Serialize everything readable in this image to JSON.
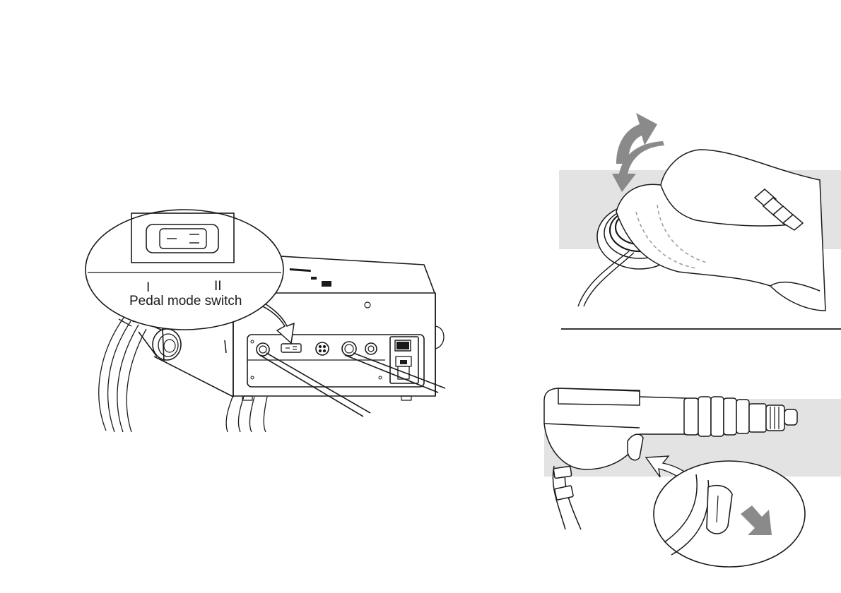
{
  "callout": {
    "position_one": "I",
    "position_two": "II",
    "caption": "Pedal mode switch"
  },
  "colors": {
    "line": "#1a1a1a",
    "panel_gray": "#e3e3e3",
    "arrow_gray": "#8a8a8a"
  },
  "icons": [
    "pedal-mode-switch-icon",
    "rotate-arrow-icon",
    "press-arrow-icon"
  ]
}
